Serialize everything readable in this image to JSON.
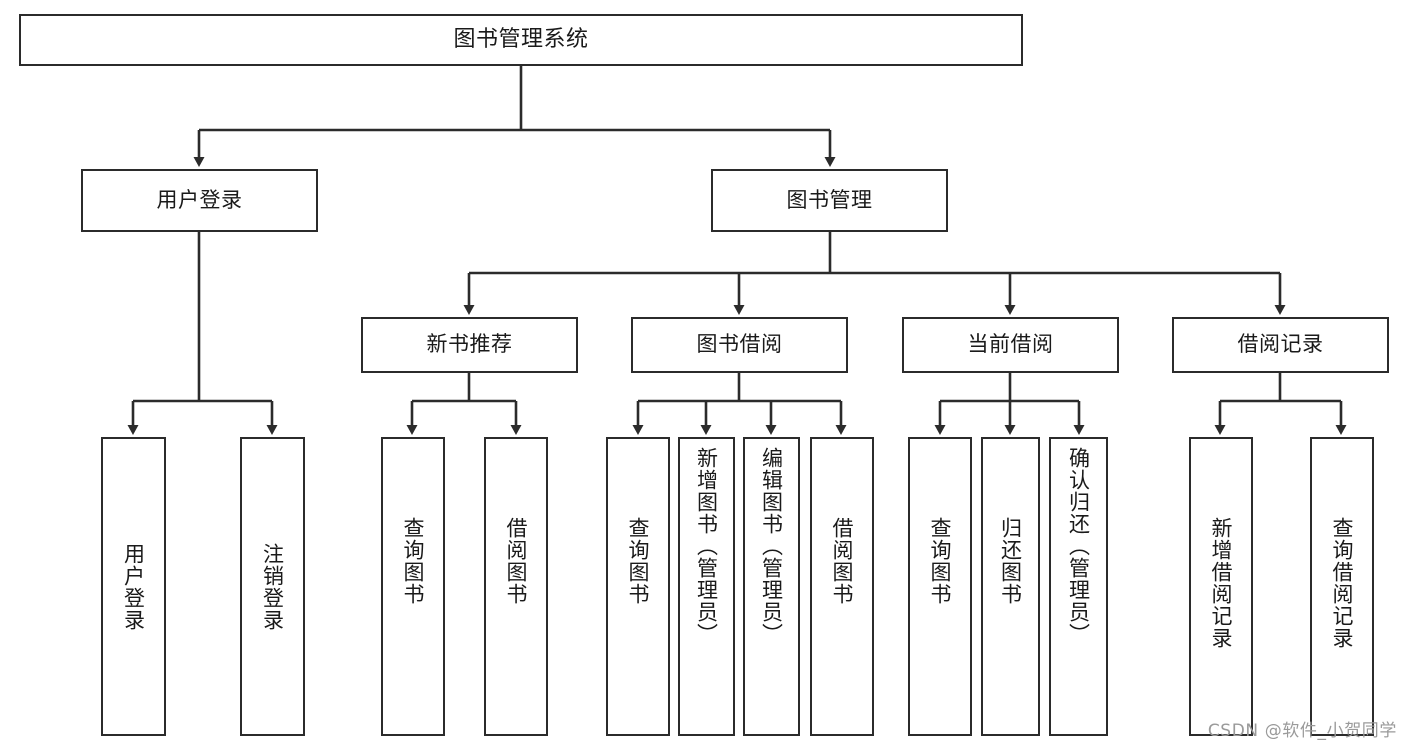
{
  "diagram": {
    "type": "tree-hierarchy",
    "title": "图书管理系统",
    "root": {
      "label": "图书管理系统"
    },
    "level2": [
      {
        "id": "user-login",
        "label": "用户登录"
      },
      {
        "id": "book-management",
        "label": "图书管理"
      }
    ],
    "level3": [
      {
        "id": "new-book-recommend",
        "label": "新书推荐",
        "parent": "book-management"
      },
      {
        "id": "book-borrow",
        "label": "图书借阅",
        "parent": "book-management"
      },
      {
        "id": "current-borrow",
        "label": "当前借阅",
        "parent": "book-management"
      },
      {
        "id": "borrow-record",
        "label": "借阅记录",
        "parent": "book-management"
      }
    ],
    "leaves": [
      {
        "id": "leaf-user-login",
        "label": "用户登录",
        "parent": "user-login"
      },
      {
        "id": "leaf-logout-login",
        "label": "注销登录",
        "parent": "user-login"
      },
      {
        "id": "leaf-query-book-1",
        "label": "查询图书",
        "parent": "new-book-recommend"
      },
      {
        "id": "leaf-borrow-book-1",
        "label": "借阅图书",
        "parent": "new-book-recommend"
      },
      {
        "id": "leaf-query-book-2",
        "label": "查询图书",
        "parent": "book-borrow"
      },
      {
        "id": "leaf-add-book",
        "label": "新增图书（管理员）",
        "parent": "book-borrow"
      },
      {
        "id": "leaf-edit-book",
        "label": "编辑图书（管理员）",
        "parent": "book-borrow"
      },
      {
        "id": "leaf-borrow-book-2",
        "label": "借阅图书",
        "parent": "book-borrow"
      },
      {
        "id": "leaf-query-book-3",
        "label": "查询图书",
        "parent": "current-borrow"
      },
      {
        "id": "leaf-return-book",
        "label": "归还图书",
        "parent": "current-borrow"
      },
      {
        "id": "leaf-confirm-return",
        "label": "确认归还（管理员）",
        "parent": "current-borrow"
      },
      {
        "id": "leaf-add-record",
        "label": "新增借阅记录",
        "parent": "borrow-record"
      },
      {
        "id": "leaf-query-record",
        "label": "查询借阅记录",
        "parent": "borrow-record"
      }
    ],
    "colors": {
      "stroke": "#2b2b2b",
      "fill": "#ffffff",
      "text": "#1a1a1a",
      "watermark": "#9a9a9a"
    }
  },
  "watermark": {
    "text": "CSDN @软件_小贺同学"
  }
}
